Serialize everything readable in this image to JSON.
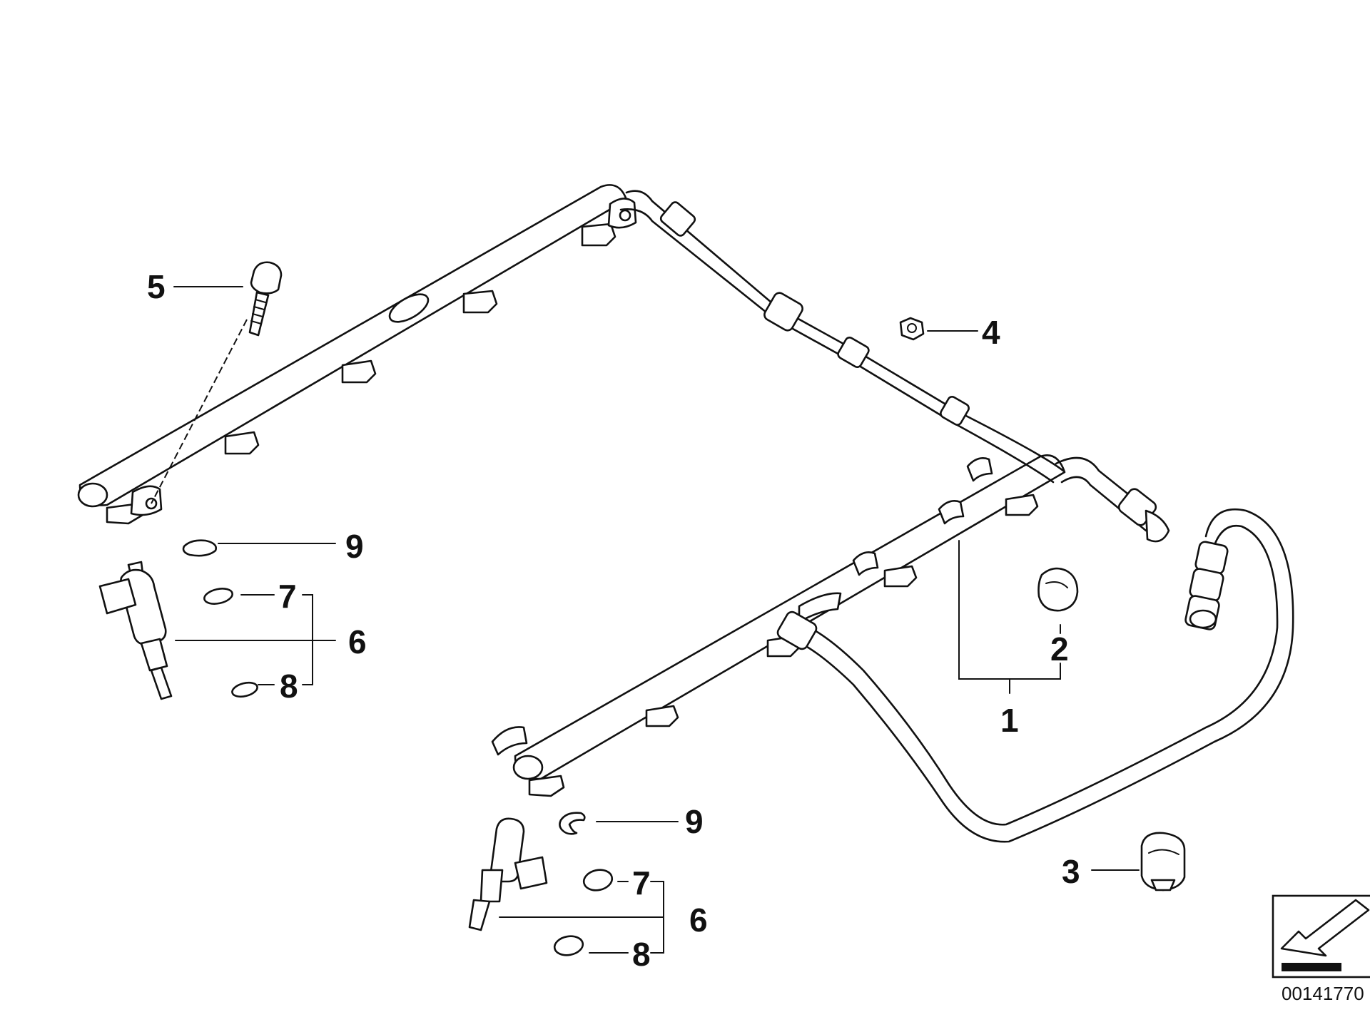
{
  "drawing_number": "00141770",
  "callouts": {
    "c1": "1",
    "c2": "2",
    "c3": "3",
    "c4": "4",
    "c5": "5",
    "c6a": "6",
    "c7a": "7",
    "c8a": "8",
    "c9a": "9",
    "c6b": "6",
    "c7b": "7",
    "c8b": "8",
    "c9b": "9"
  },
  "colors": {
    "line": "#111111",
    "background": "#ffffff"
  }
}
